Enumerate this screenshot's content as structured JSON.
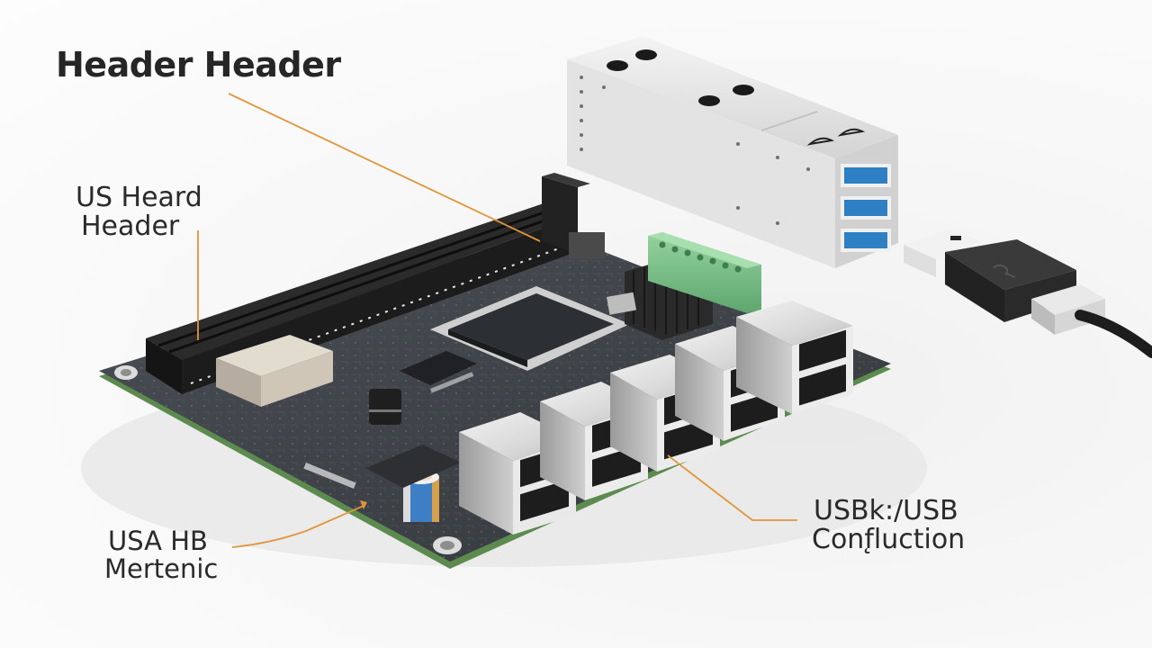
{
  "title": "Header Header",
  "callouts": {
    "left": {
      "line1": "US Heard",
      "line2": "Header"
    },
    "bottom": {
      "line1": "USA HB",
      "line2": "Mertenic"
    },
    "right": {
      "line1": "USBk:/USB",
      "line2": "Conf̨luction"
    }
  },
  "components": {
    "board": "circuit-board",
    "slot": "long-expansion-slot",
    "cpu": "processor-chip",
    "terminal_block": "green-terminal-block",
    "usb_hub": "silver-usb-hub",
    "usb_plug": "usb-a-plug-cable",
    "usb_ports_count": 5,
    "hub_ports_count": 3
  },
  "colors": {
    "background": "#f7f7f7",
    "callout_line": "#e0963a",
    "board": "#3b3f44",
    "board_edge": "#5d8a4f",
    "slot": "#1c1c1c",
    "usb_port_blue": "#2f7fc4",
    "terminal_green": "#7cc08a",
    "metal": "#d8d8d8",
    "text": "#2a2a2a"
  }
}
